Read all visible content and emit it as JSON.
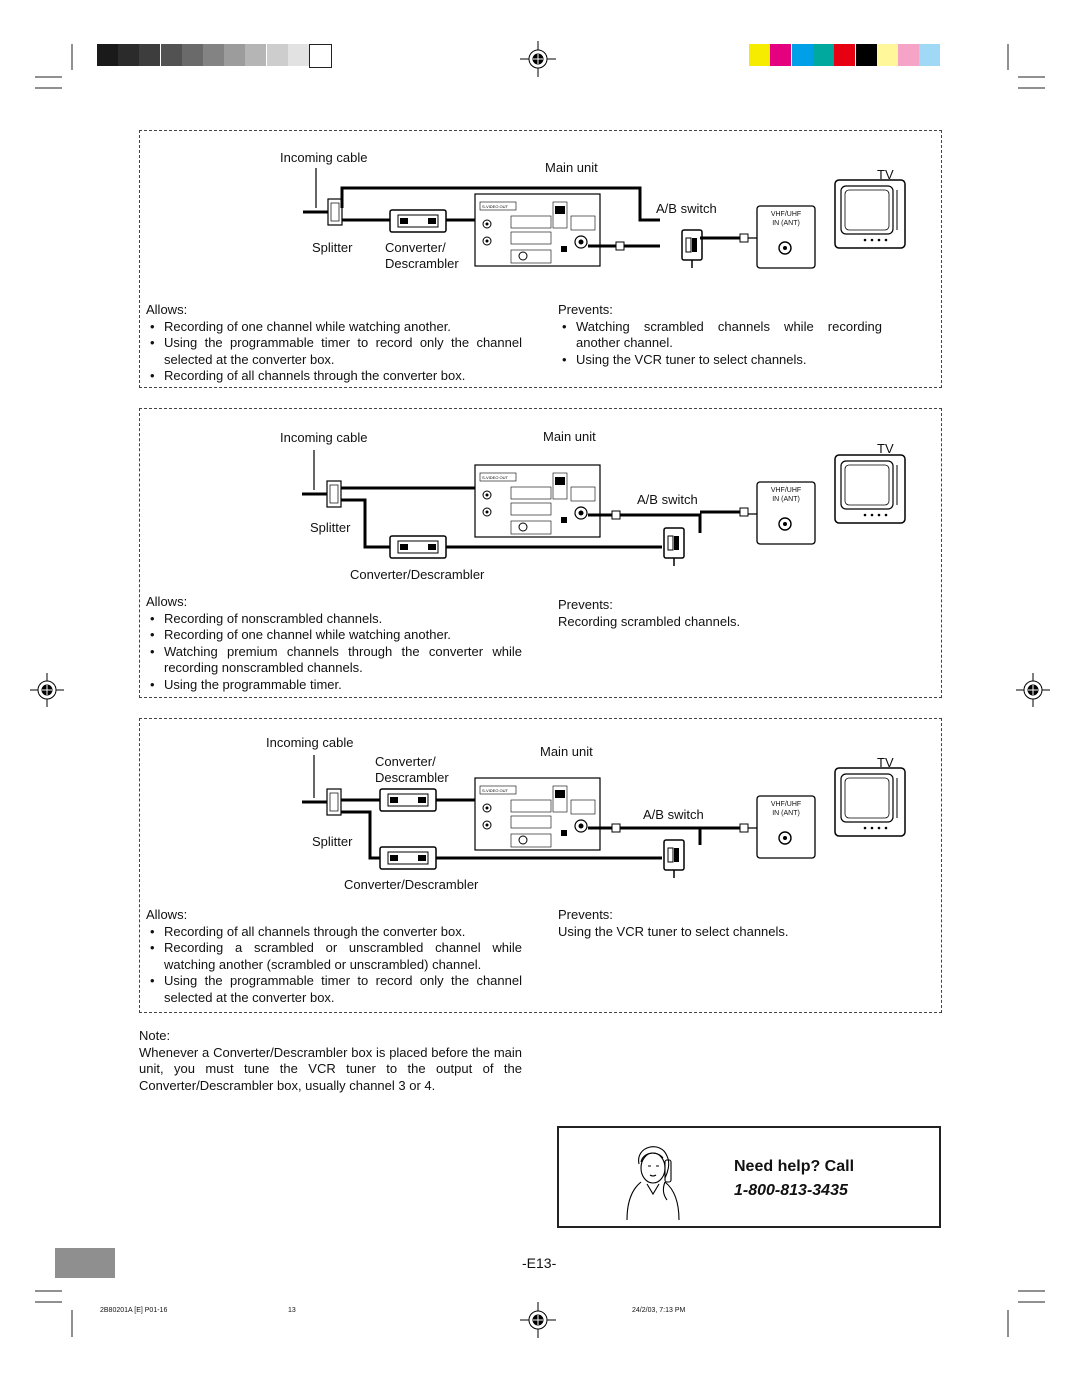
{
  "colors": {
    "gray_swatches": [
      "#1a1a1a",
      "#2b2b2b",
      "#3d3d3d",
      "#525252",
      "#6a6a6a",
      "#838383",
      "#9c9c9c",
      "#b5b5b5",
      "#cdcdcd",
      "#e2e2e2",
      "#ffffff"
    ],
    "color_swatches": [
      "#f6ec00",
      "#e4007f",
      "#00a0e9",
      "#00a99d",
      "#e60012",
      "#000000",
      "#fff799",
      "#f5a3c7",
      "#9fd9f6"
    ],
    "page_tab": "#8f8f8f"
  },
  "diagram1": {
    "incoming_cable": "Incoming cable",
    "main_unit": "Main unit",
    "tv": "TV",
    "ab_switch": "A/B switch",
    "splitter": "Splitter",
    "converter": "Converter/",
    "descrambler": "Descrambler",
    "vhf_uhf": "VHF/UHF",
    "in_ant": "IN (ANT)",
    "allows_title": "Allows:",
    "allows": [
      "Recording of one channel while watching another.",
      "Using the programmable timer to record only the channel selected at the converter box.",
      "Recording of all channels through the converter box."
    ],
    "prevents_title": "Prevents:",
    "prevents": [
      "Watching scrambled channels while recording another channel.",
      "Using the VCR tuner to select channels."
    ]
  },
  "diagram2": {
    "incoming_cable": "Incoming cable",
    "main_unit": "Main unit",
    "tv": "TV",
    "ab_switch": "A/B switch",
    "splitter": "Splitter",
    "converter_descrambler": "Converter/Descrambler",
    "vhf_uhf": "VHF/UHF",
    "in_ant": "IN (ANT)",
    "allows_title": "Allows:",
    "allows": [
      "Recording of nonscrambled channels.",
      "Recording of one channel while watching another.",
      "Watching premium channels through the converter while recording nonscrambled channels.",
      "Using the programmable timer."
    ],
    "prevents_title": "Prevents:",
    "prevents_text": "Recording scrambled channels."
  },
  "diagram3": {
    "incoming_cable": "Incoming cable",
    "converter": "Converter/",
    "descrambler": "Descrambler",
    "main_unit": "Main unit",
    "tv": "TV",
    "ab_switch": "A/B switch",
    "splitter": "Splitter",
    "converter_descrambler": "Converter/Descrambler",
    "vhf_uhf": "VHF/UHF",
    "in_ant": "IN (ANT)",
    "allows_title": "Allows:",
    "allows": [
      "Recording of all channels through the converter box.",
      "Recording a scrambled or unscrambled channel while watching another (scrambled or unscrambled) channel.",
      "Using the programmable timer to record only the channel selected at the converter box."
    ],
    "prevents_title": "Prevents:",
    "prevents_text": "Using the VCR tuner to select channels."
  },
  "note": {
    "title": "Note:",
    "text": "Whenever a Converter/Descrambler box is placed before the main unit, you must tune the VCR tuner to the output of the Converter/Descrambler box, usually channel 3 or 4."
  },
  "help": {
    "title": "Need help? Call",
    "phone": "1-800-813-3435"
  },
  "page_number": "-E13-",
  "footer": {
    "code": "2B80201A [E] P01-16",
    "page": "13",
    "date": "24/2/03, 7:13 PM"
  }
}
